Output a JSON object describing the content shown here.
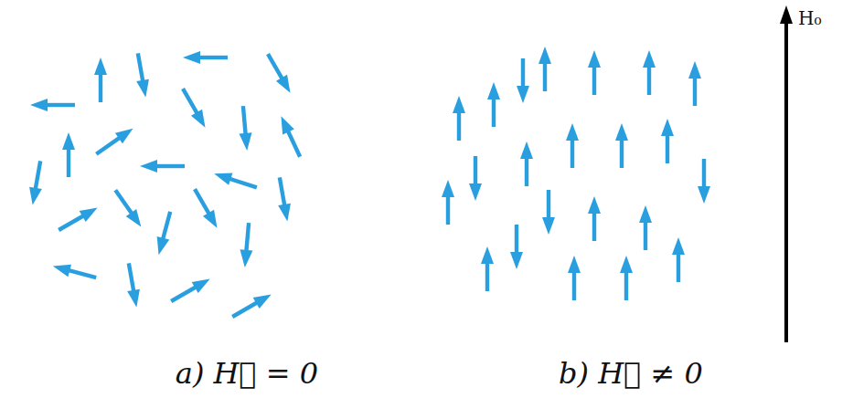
{
  "diagram": {
    "labels": [
      "a) H⃗ = 0",
      "b) H⃗ ≠ 0",
      "H₀"
    ]
  }
}
